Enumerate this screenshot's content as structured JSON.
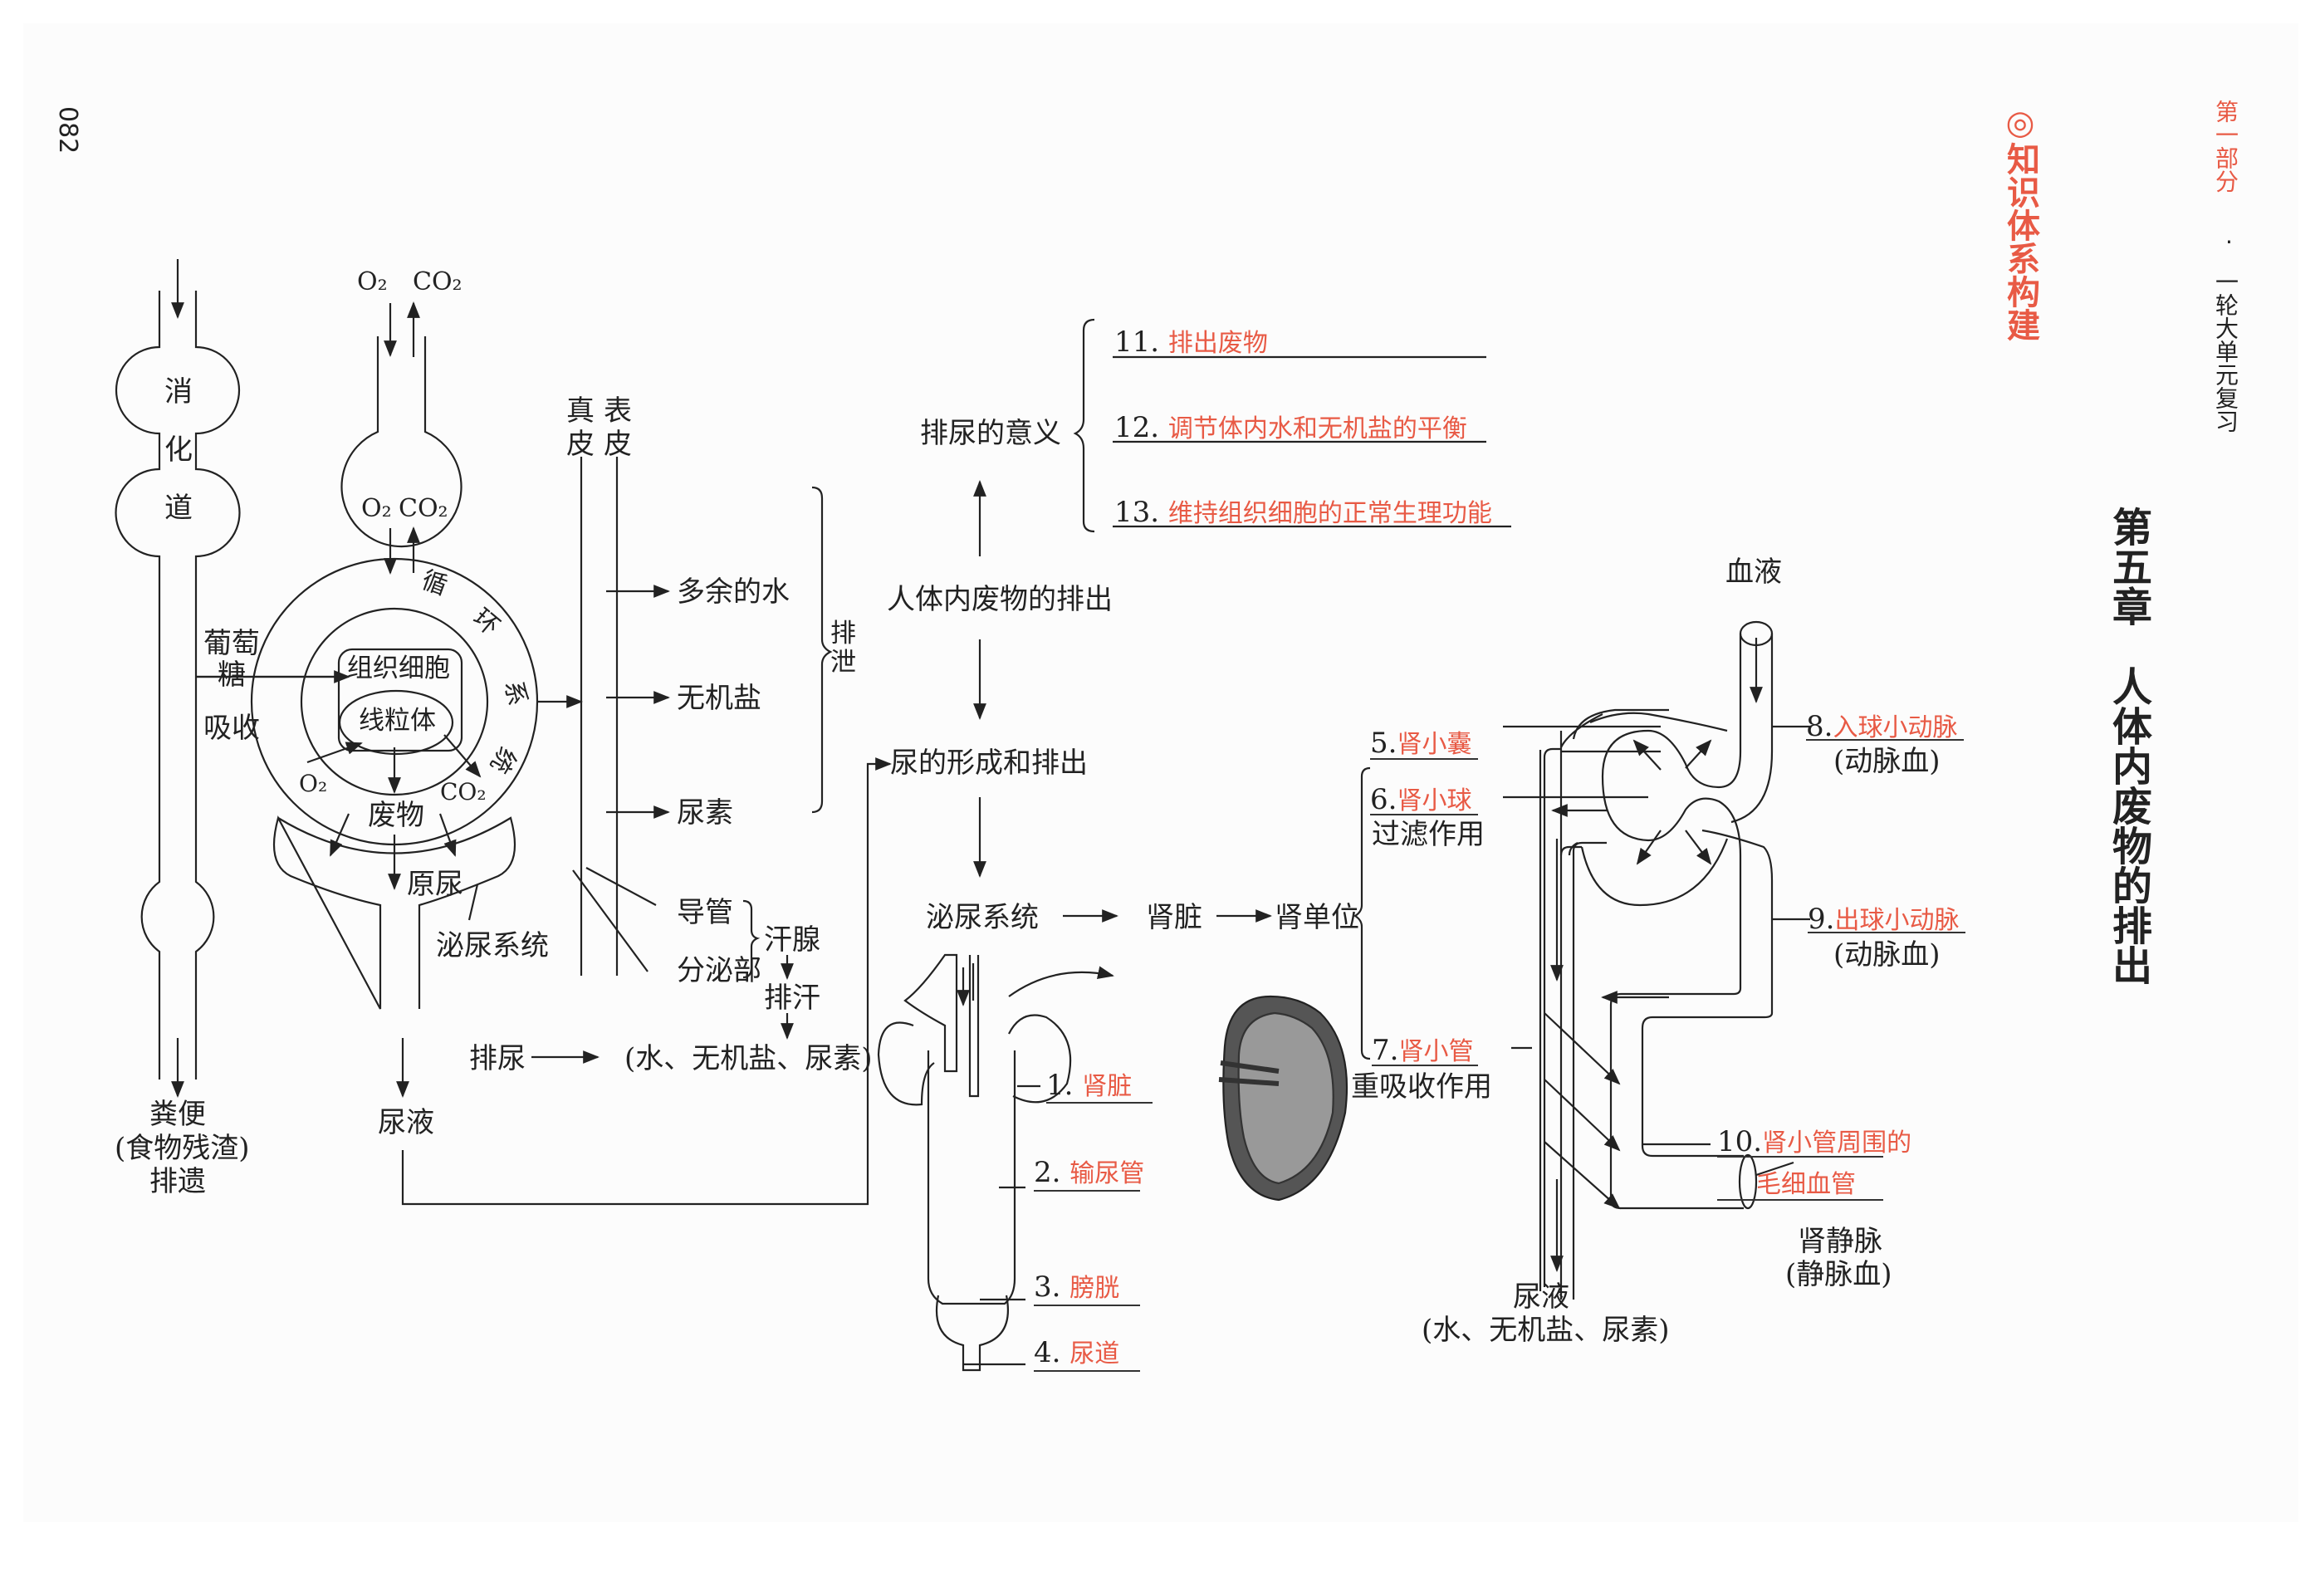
{
  "page_number": "082",
  "header": {
    "part_label": "第一部分",
    "separator": "·",
    "series_title": "一轮大单元复习",
    "section_title": "◎知识体系构建",
    "chapter_title": "第五章　人体内废物的排出"
  },
  "colors": {
    "accent": "#e85a45",
    "text": "#222222",
    "page": "#fcfcfc"
  },
  "digestive": {
    "chars": [
      "消",
      "化",
      "道"
    ],
    "glucose": "葡萄\n糖",
    "glucose_1": "葡萄",
    "glucose_2": "糖",
    "absorb": "吸收",
    "feces": "粪便",
    "feces_note": "(食物残渣)",
    "egestion": "排遗"
  },
  "respiration": {
    "o2": "O₂",
    "co2": "CO₂",
    "o2_inner": "O₂",
    "co2_inner": "CO₂"
  },
  "circulation": {
    "ring_chars": [
      "循",
      "环",
      "系",
      "统"
    ],
    "tissue_cell": "组织细胞",
    "mitochondria": "线粒体",
    "o2": "O₂",
    "co2": "CO₂",
    "waste": "废物",
    "primary_urine": "原尿",
    "urinary_system": "泌尿系统",
    "urine": "尿液"
  },
  "skin": {
    "dermis": [
      "真",
      "皮"
    ],
    "epidermis": [
      "表",
      "皮"
    ],
    "outputs": [
      "多余的水",
      "无机盐",
      "尿素"
    ],
    "excretion": [
      "排",
      "泄"
    ],
    "duct": "导管",
    "secretory": "分泌部",
    "sweat_gland": "汗腺",
    "sweating": "排汗",
    "urination": "排尿",
    "contents": "(水、无机盐、尿素)"
  },
  "center": {
    "meaning": "排尿的意义",
    "topic": "人体内废物的排出",
    "formation": "尿的形成和排出",
    "urinary_system": "泌尿系统",
    "kidney": "肾脏",
    "nephron": "肾单位"
  },
  "meaning_items": [
    {
      "num": "11.",
      "answer": "排出废物"
    },
    {
      "num": "12.",
      "answer": "调节体内水和无机盐的平衡"
    },
    {
      "num": "13.",
      "answer": "维持组织细胞的正常生理功能"
    }
  ],
  "organ_labels": [
    {
      "num": "1.",
      "answer": "肾脏"
    },
    {
      "num": "2.",
      "answer": "输尿管"
    },
    {
      "num": "3.",
      "answer": "膀胱"
    },
    {
      "num": "4.",
      "answer": "尿道"
    }
  ],
  "nephron_labels": {
    "n5": {
      "num": "5.",
      "answer": "肾小囊"
    },
    "n6": {
      "num": "6.",
      "answer": "肾小球",
      "note": "过滤作用"
    },
    "n7": {
      "num": "7.",
      "answer": "肾小管",
      "note": "重吸收作用"
    },
    "n8": {
      "num": "8.",
      "answer": "入球小动脉",
      "note": "(动脉血)"
    },
    "n9": {
      "num": "9.",
      "answer": "出球小动脉",
      "note": "(动脉血)"
    },
    "n10": {
      "num": "10.",
      "answer_line1": "肾小管周围的",
      "answer_line2": "毛细血管"
    },
    "blood": "血液",
    "renal_vein": "肾静脉",
    "renal_vein_note": "(静脉血)",
    "urine": "尿液",
    "urine_contents": "(水、无机盐、尿素)"
  }
}
